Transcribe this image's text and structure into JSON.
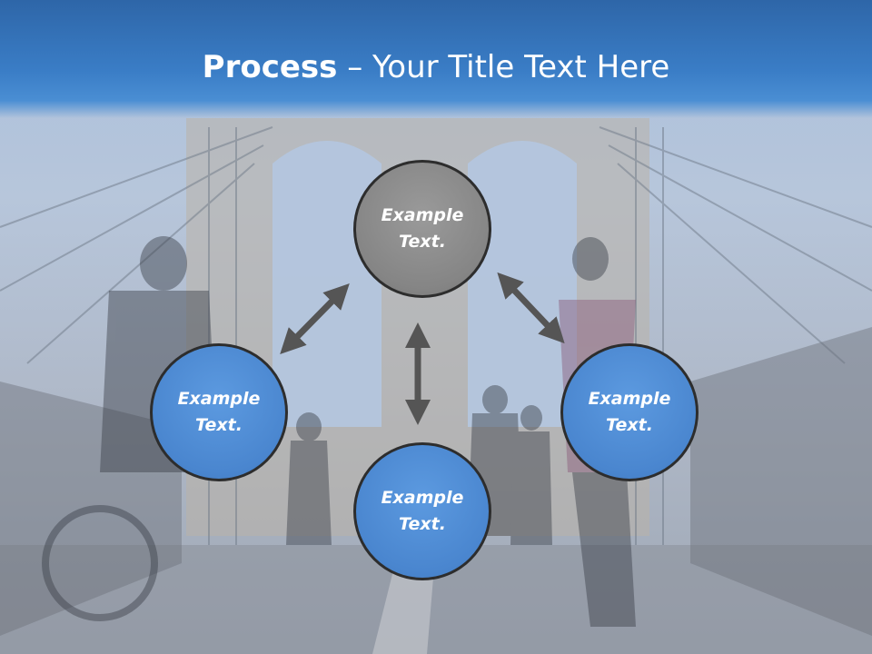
{
  "title": {
    "bold": "Process",
    "separator": " – ",
    "rest": "Your Title Text Here"
  },
  "nodes": {
    "top": {
      "line1": "Example",
      "line2": "Text."
    },
    "left": {
      "line1": "Example",
      "line2": "Text."
    },
    "bottom": {
      "line1": "Example",
      "line2": "Text."
    },
    "right": {
      "line1": "Example",
      "line2": "Text."
    }
  },
  "colors": {
    "header": "#3a7dc6",
    "node_blue": "#4a86cf",
    "node_gray": "#858585",
    "arrow": "#555555"
  }
}
